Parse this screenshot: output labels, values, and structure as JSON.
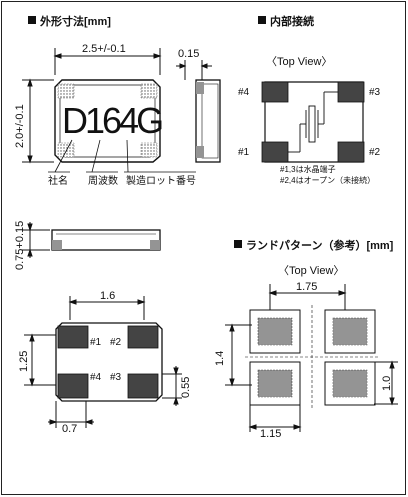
{
  "sections": {
    "outline_title": "外形寸法[mm]",
    "pin_title": "内部接続",
    "land_title": "ランドパターン（参考）[mm]"
  },
  "outline": {
    "width_dim": "2.5+/-0.1",
    "height_dim": "2.0+/-0.1",
    "side_dim": "0.15",
    "thickness_dim": "0.75+0.15",
    "marking": "D164G",
    "marking_labels": [
      "社名",
      "周波数",
      "製造ロット番号"
    ]
  },
  "pins": {
    "view_label": "〈Top View〉",
    "pin_labels": [
      "#4",
      "#3",
      "#1",
      "#2"
    ],
    "note1": "#1,3は水晶端子",
    "note2": "#2,4はオープン（未接続）"
  },
  "bottom": {
    "pitch_dim": "1.6",
    "height_dim": "1.25",
    "pad_h_dim": "0.55",
    "pad_w_dim": "0.7",
    "pad_labels": [
      "#1",
      "#2",
      "#4",
      "#3"
    ]
  },
  "land": {
    "view_label": "〈Top View〉",
    "top_dim": "1.75",
    "left_dim": "1.4",
    "right_dim": "1.0",
    "bottom_dim": "1.15"
  }
}
